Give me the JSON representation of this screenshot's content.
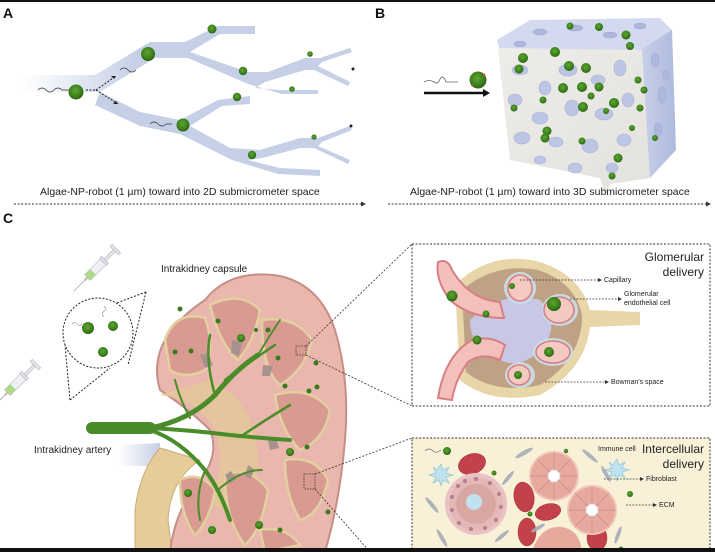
{
  "panels": {
    "a": {
      "letter": "A",
      "caption": "Algae-NP-robot (1 µm) toward into 2D submicrometer space"
    },
    "b": {
      "letter": "B",
      "caption": "Algae-NP-robot (1 µm) toward into 3D submicrometer space"
    },
    "c": {
      "letter": "C",
      "labels": {
        "capsule": "Intrakidney capsule",
        "artery": "Intrakidney artery"
      },
      "glomerular_box": {
        "title_line1": "Glomerular",
        "title_line2": "delivery",
        "annotations": {
          "capillary": "Capillary",
          "endothelial_line1": "Glomerular",
          "endothelial_line2": "endothelial cell",
          "bowman": "Bowman's space"
        }
      },
      "intercellular_box": {
        "title_line1": "Intercellular",
        "title_line2": "delivery",
        "annotations": {
          "immune": "Immune cell",
          "fibroblast": "Fibroblast",
          "ecm": "ECM"
        }
      }
    }
  },
  "colors": {
    "vessel_blue": "#c5d0e6",
    "robot_green": "#3f8a1f",
    "robot_dark": "#2b6b12",
    "kidney_outer": "#e9b7ad",
    "kidney_pyramid": "#d99a91",
    "artery_green": "#4a8c2a",
    "ureter_tan": "#e6cc98",
    "glomerular_bg": "#ffffff",
    "intercellular_bg": "#f8f1d8",
    "rbc_red": "#c2414a"
  }
}
